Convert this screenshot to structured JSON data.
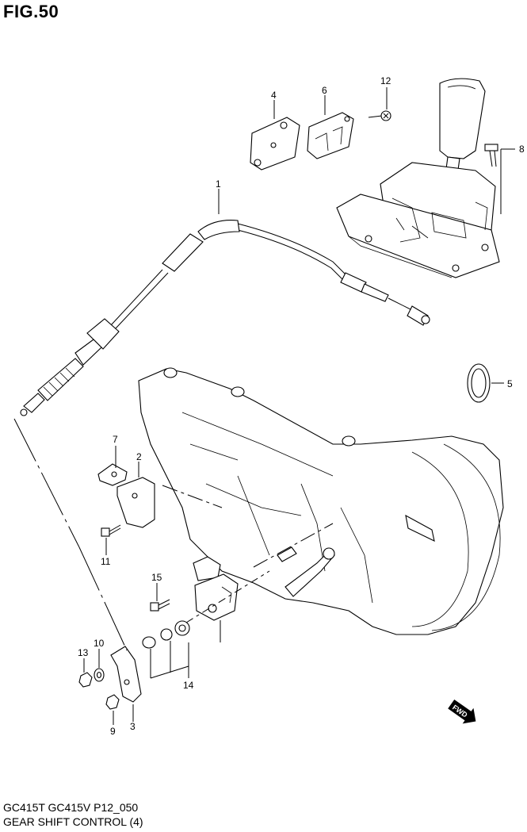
{
  "figure": {
    "title": "FIG.50"
  },
  "footer": {
    "model_line": "GC415T GC415V P12_050",
    "caption": "GEAR SHIFT CONTROL (4)"
  },
  "callouts": [
    "1",
    "2",
    "3",
    "4",
    "5",
    "6",
    "7",
    "8",
    "9",
    "10",
    "11",
    "12",
    "13",
    "14",
    "15"
  ],
  "direction_badge": "FWD"
}
